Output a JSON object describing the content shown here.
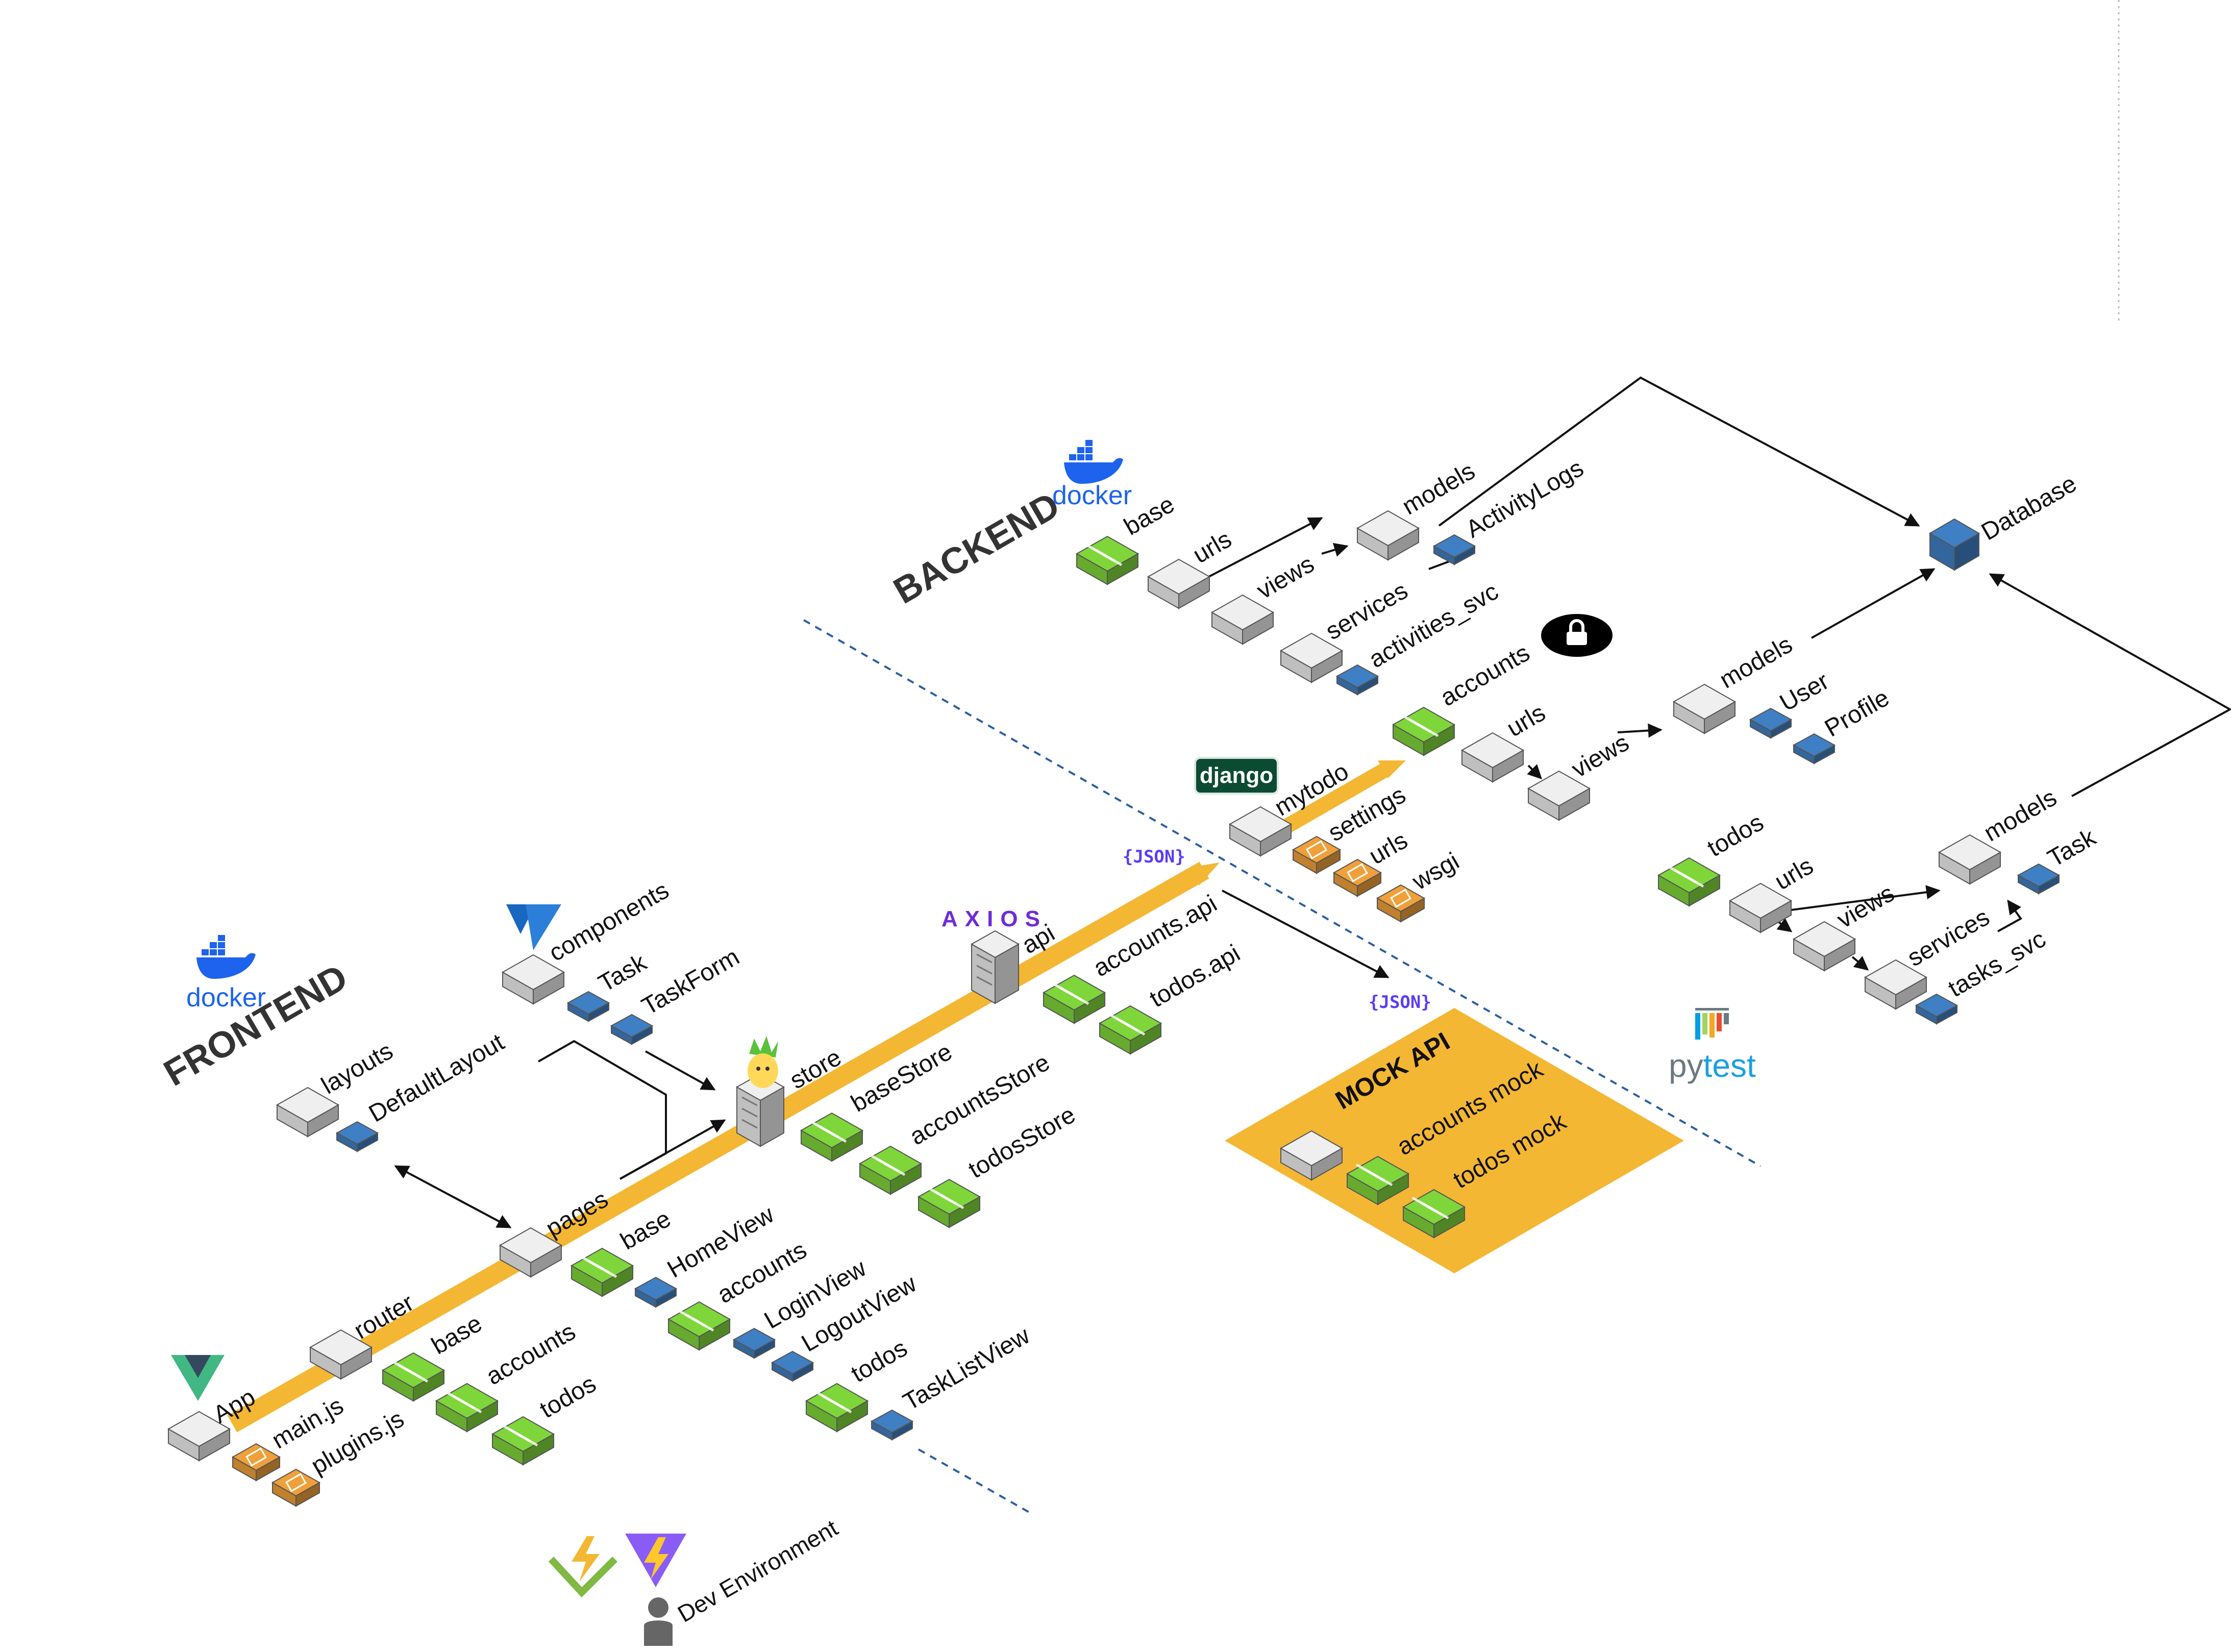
{
  "colors": {
    "pipe": "#f4b733",
    "server": "#efefef",
    "module": "#7fd63a",
    "file": "#3f7fc4",
    "config": "#f0a03a",
    "mock_bg": "#f4b733",
    "divider": "#2b5fa0"
  },
  "sections": {
    "frontend_title": "FRONTEND",
    "backend_title": "BACKEND"
  },
  "logos": {
    "docker_frontend": "docker",
    "docker_backend": "docker",
    "django": "django",
    "axios": "AXIOS",
    "json_top": "{JSON}",
    "json_bottom": "{JSON}",
    "pytest_py": "py",
    "pytest_test": "test"
  },
  "frontend": {
    "app": "App",
    "main_js": "main.js",
    "plugins_js": "plugins.js",
    "router": "router",
    "router_base": "base",
    "router_accounts": "accounts",
    "router_todos": "todos",
    "pages": "pages",
    "pages_base": "base",
    "home_view": "HomeView",
    "pages_accounts": "accounts",
    "login_view": "LoginView",
    "logout_view": "LogoutView",
    "pages_todos": "todos",
    "task_list_view": "TaskListView",
    "layouts": "layouts",
    "default_layout": "DefaultLayout",
    "components": "components",
    "task": "Task",
    "task_form": "TaskForm",
    "store": "store",
    "base_store": "baseStore",
    "accounts_store": "accountsStore",
    "todos_store": "todosStore",
    "api": "api",
    "accounts_api": "accounts.api",
    "todos_api": "todos.api"
  },
  "mock": {
    "title": "MOCK API",
    "accounts_mock": "accounts mock",
    "todos_mock": "todos mock"
  },
  "backend": {
    "base": "base",
    "base_urls": "urls",
    "base_views": "views",
    "base_models": "models",
    "activity_logs": "ActivityLogs",
    "base_services": "services",
    "activities_svc": "activities_svc",
    "database": "Database",
    "mytodo": "mytodo",
    "settings": "settings",
    "mytodo_urls": "urls",
    "wsgi": "wsgi",
    "accounts": "accounts",
    "accounts_urls": "urls",
    "accounts_views": "views",
    "accounts_models": "models",
    "user": "User",
    "profile": "Profile",
    "todos": "todos",
    "todos_urls": "urls",
    "todos_views": "views",
    "todos_models": "models",
    "todo_task": "Task",
    "todos_services": "services",
    "tasks_svc": "tasks_svc"
  },
  "dev": {
    "label": "Dev Environment"
  }
}
